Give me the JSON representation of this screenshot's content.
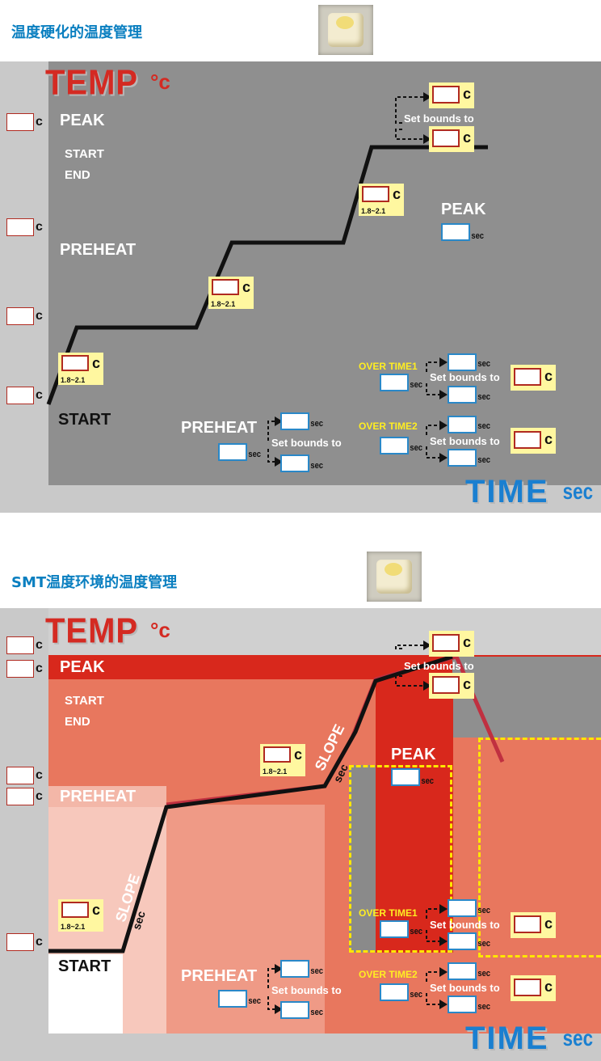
{
  "section1": {
    "title": "温度硬化的温度管理",
    "temp_label": "TEMP",
    "temp_unit": "°c",
    "time_label": "TIME",
    "time_unit": "sec",
    "unit_c": "c",
    "unit_sec": "sec",
    "ratio": "1.8~2.1",
    "peak": "PEAK",
    "start_end": [
      "START",
      "END"
    ],
    "preheat": "PREHEAT",
    "start": "START",
    "peak_right": "PEAK",
    "preheat_bottom": "PREHEAT",
    "set_bounds_to": "Set bounds to",
    "over_time1": "OVER TIME1",
    "over_time2": "OVER TIME2"
  },
  "section2": {
    "title": "SMT温度环境的温度管理",
    "temp_label": "TEMP",
    "temp_unit": "°c",
    "time_label": "TIME",
    "time_unit": "sec",
    "unit_c": "c",
    "unit_sec": "sec",
    "ratio": "1.8~2.1",
    "peak": "PEAK",
    "start_end": [
      "START",
      "END"
    ],
    "preheat": "PREHEAT",
    "start": "START",
    "peak_mid": "PEAK",
    "preheat_bottom": "PREHEAT",
    "set_bounds_to": "Set bounds to",
    "over_time1": "OVER TIME1",
    "over_time2": "OVER TIME2",
    "slope": "SLOPE",
    "slope_unit": "sec"
  },
  "colors": {
    "title_blue": "#0a7fc0",
    "temp_red": "#d42a22",
    "time_blue": "#1a7fd0",
    "panel_gray": "#8f8f8f",
    "label_yellow": "#fff7a0"
  }
}
